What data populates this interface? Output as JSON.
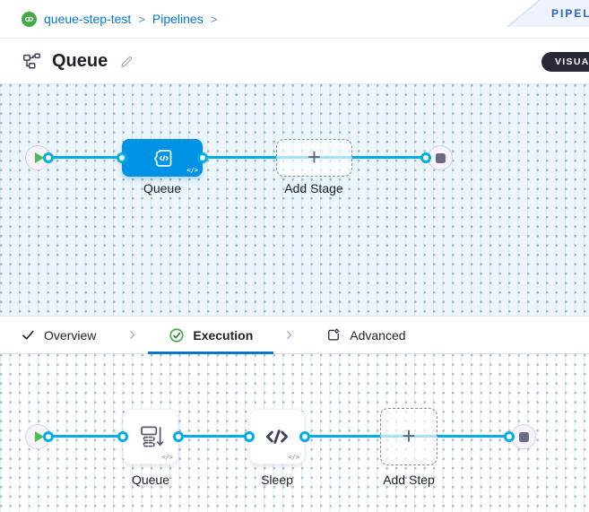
{
  "breadcrumb": {
    "project": "queue-step-test",
    "sep": ">",
    "section": "Pipelines"
  },
  "ribbon": {
    "label": "PIPELINE STUDIO"
  },
  "titlebar": {
    "title": "Queue",
    "view_toggle": "VISUAL"
  },
  "stage_canvas": {
    "stage_label": "Queue",
    "add_stage": "Add Stage",
    "plus": "+",
    "code_badge": "</>"
  },
  "tabs": {
    "overview": "Overview",
    "execution": "Execution",
    "advanced": "Advanced"
  },
  "step_canvas": {
    "step1": "Queue",
    "step2": "Sleep",
    "add_step": "Add Step",
    "plus": "+",
    "code_badge": "</>"
  },
  "colors": {
    "accent_blue": "#0092e4",
    "link_blue": "#0278d5",
    "connector_cyan": "#00ade4",
    "success_green": "#42ab45",
    "node_slate": "#6a6c84",
    "tab_underline": "#0278d5"
  }
}
